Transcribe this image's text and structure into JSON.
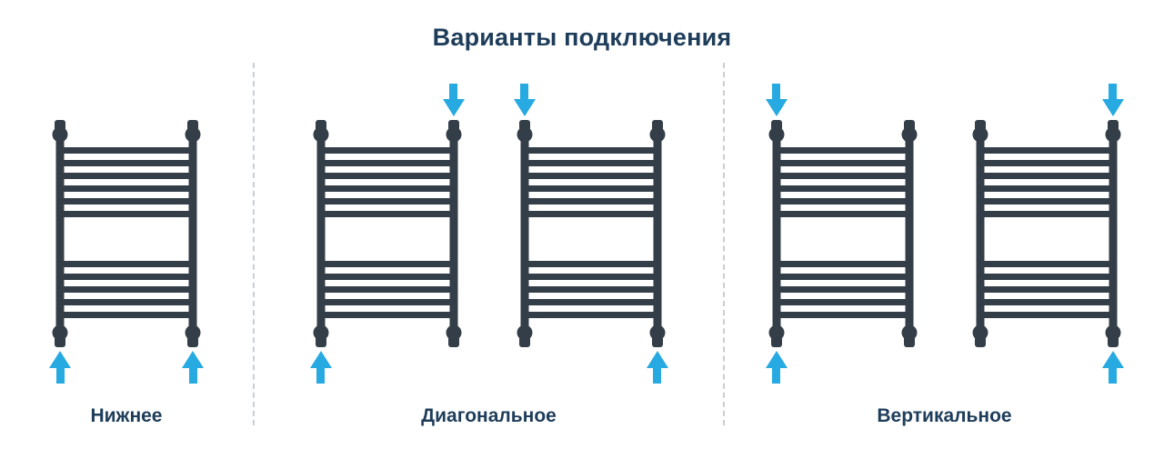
{
  "title": "Варианты подключения",
  "colors": {
    "accent": "#27AAE1",
    "ink": "#333E48",
    "text": "#1E3D5A",
    "divider": "#C9CED4"
  },
  "sections": [
    {
      "label": "Нижнее",
      "radiators": [
        {
          "arrows": [
            "bl",
            "br"
          ]
        }
      ]
    },
    {
      "label": "Диагональное",
      "radiators": [
        {
          "arrows": [
            "tr",
            "bl"
          ]
        },
        {
          "arrows": [
            "tl",
            "br"
          ]
        }
      ]
    },
    {
      "label": "Вертикальное",
      "radiators": [
        {
          "arrows": [
            "tl",
            "bl"
          ]
        },
        {
          "arrows": [
            "tr",
            "br"
          ]
        }
      ]
    }
  ]
}
